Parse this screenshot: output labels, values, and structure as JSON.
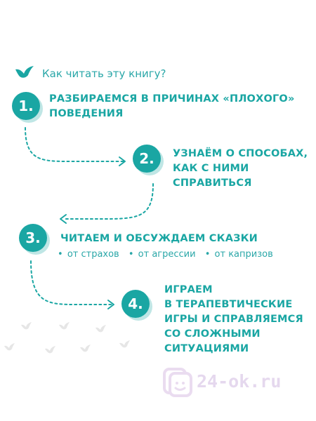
{
  "header": {
    "title": "Как читать эту книгу?",
    "icon": "bird-icon"
  },
  "steps": [
    {
      "number": "1.",
      "lines": [
        "РАЗБИРАЕМСЯ В ПРИЧИНАХ «ПЛОХОГО»",
        "ПОВЕДЕНИЯ"
      ]
    },
    {
      "number": "2.",
      "lines": [
        "УЗНАЁМ О СПОСОБАХ,",
        "КАК С НИМИ",
        "СПРАВИТЬСЯ"
      ]
    },
    {
      "number": "3.",
      "lines": [
        "ЧИТАЕМ И ОБСУЖДАЕМ СКАЗКИ"
      ],
      "topics": [
        "от страхов",
        "от агрессии",
        "от капризов"
      ]
    },
    {
      "number": "4.",
      "lines": [
        "ИГРАЕМ",
        "В ТЕРАПЕВТИЧЕСКИЕ",
        "ИГРЫ И СПРАВЛЯЕМСЯ",
        "СО СЛОЖНЫМИ",
        "СИТУАЦИЯМИ"
      ]
    }
  ],
  "bullet": "•",
  "watermark": {
    "text": "24-ok.ru"
  },
  "colors": {
    "accent": "#1aa6a3",
    "badge_shadow": "#bfe6e5",
    "decor_bird": "#e6e6e6",
    "watermark": "#e5d8ee"
  }
}
